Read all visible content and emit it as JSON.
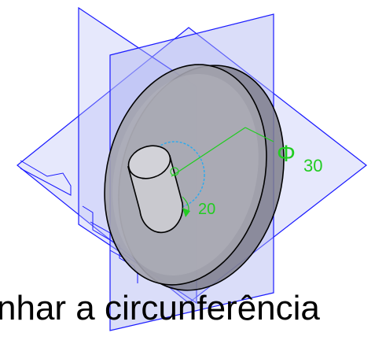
{
  "viewport": {
    "dimensions": {
      "diameter_symbol": "Φ",
      "diameter_value": "30",
      "depth_value": "20"
    },
    "colors": {
      "plane_stroke": "#1a1aff",
      "plane_fill": "#b8bcf5",
      "dimension": "#22cc22",
      "body_fill": "#9a9aa6",
      "edge": "#000000",
      "sketch": "#29aaf0"
    }
  },
  "caption": {
    "text": "nhar a circunferência"
  }
}
